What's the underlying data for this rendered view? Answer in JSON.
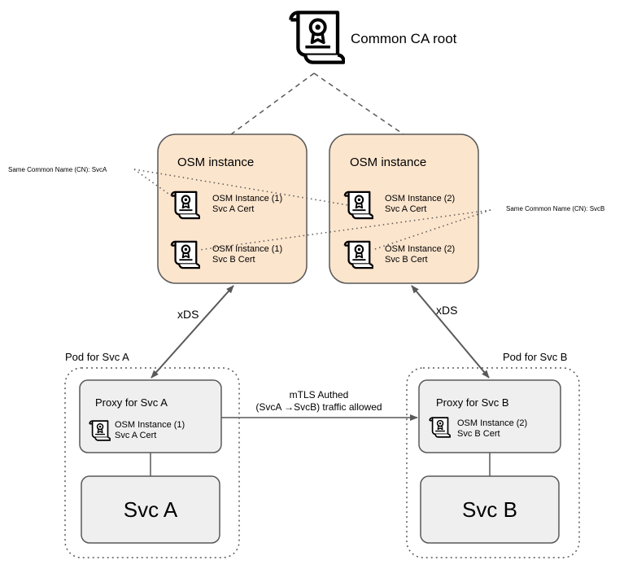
{
  "root": {
    "label": "Common CA root",
    "icon": "certificate-icon"
  },
  "osm_instances": [
    {
      "title": "OSM instance",
      "certs": [
        {
          "line1": "OSM Instance (1)",
          "line2": "Svc A Cert",
          "icon": "certificate-icon"
        },
        {
          "line1": "OSM Instance (1)",
          "line2": "Svc B Cert",
          "icon": "certificate-icon"
        }
      ]
    },
    {
      "title": "OSM instance",
      "certs": [
        {
          "line1": "OSM Instance (2)",
          "line2": "Svc A Cert",
          "icon": "certificate-icon"
        },
        {
          "line1": "OSM Instance (2)",
          "line2": "Svc B Cert",
          "icon": "certificate-icon"
        }
      ]
    }
  ],
  "notes": {
    "same_cn_a": "Same Common Name (CN): SvcA",
    "same_cn_b": "Same Common Name (CN): SvcB"
  },
  "links": {
    "xds_left": "xDS",
    "xds_right": "xDS"
  },
  "pods": [
    {
      "label": "Pod for Svc A",
      "proxy": {
        "title": "Proxy for Svc A",
        "cert_line1": "OSM Instance (1)",
        "cert_line2": "Svc A Cert"
      },
      "service": "Svc A"
    },
    {
      "label": "Pod for Svc B",
      "proxy": {
        "title": "Proxy for Svc B",
        "cert_line1": "OSM Instance (2)",
        "cert_line2": "Svc B Cert"
      },
      "service": "Svc B"
    }
  ],
  "mtls": {
    "line1": "mTLS Authed",
    "line2": "(SvcA →SvcB) traffic allowed"
  },
  "colors": {
    "osm_fill": "#fce5cd",
    "box_fill": "#efefef",
    "stroke": "#595959"
  }
}
